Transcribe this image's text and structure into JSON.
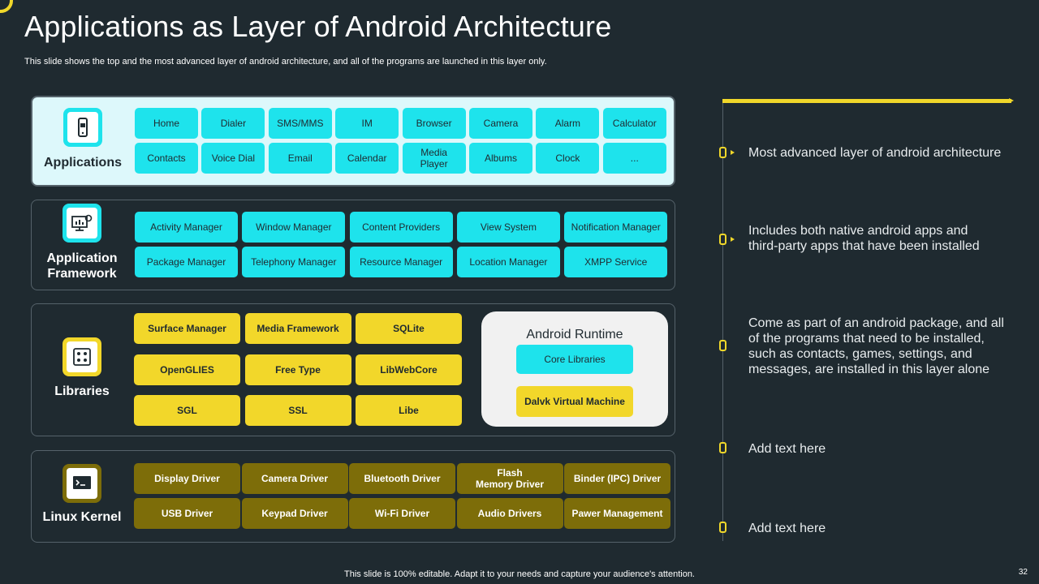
{
  "slide": {
    "title": "Applications as Layer of Android Architecture",
    "subtitle": "This slide shows the top and the most advanced layer of android architecture, and all of the programs are launched in this layer only.",
    "footer": "This slide is 100% editable. Adapt it to your needs and capture your audience's attention.",
    "page_number": "32"
  },
  "layers": {
    "applications": {
      "label": "Applications",
      "icon": "smartphone-icon",
      "items": [
        "Home",
        "Dialer",
        "SMS/MMS",
        "IM",
        "Browser",
        "Camera",
        "Alarm",
        "Calculator",
        "Contacts",
        "Voice Dial",
        "Email",
        "Calendar",
        "Media\nPlayer",
        "Albums",
        "Clock",
        "..."
      ]
    },
    "framework": {
      "label": "Application\nFramework",
      "icon": "monitor-settings-icon",
      "items": [
        "Activity  Manager",
        "Window Manager",
        "Content  Providers",
        "View System",
        "Notification  Manager",
        "Package Manager",
        "Telephony  Manager",
        "Resource Manager",
        "Location Manager",
        "XMPP Service"
      ]
    },
    "libraries": {
      "label": "Libraries",
      "icon": "library-grid-icon",
      "items": [
        "Surface Manager",
        "Media Framework",
        "SQLite",
        "OpenGLIES",
        "Free Type",
        "LibWebCore",
        "SGL",
        "SSL",
        "Libe"
      ],
      "runtime": {
        "title": "Android Runtime",
        "core": "Core Libraries",
        "vm": "Dalvk Virtual Machine"
      }
    },
    "kernel": {
      "label": "Linux Kernel",
      "icon": "terminal-icon",
      "items": [
        "Display Driver",
        "Camera Driver",
        "Bluetooth  Driver",
        "Flash\nMemory Driver",
        "Binder (IPC) Driver",
        "USB Driver",
        "Keypad  Driver",
        "Wi-Fi  Driver",
        "Audio Drivers",
        "Pawer Management"
      ]
    }
  },
  "points": [
    "Most advanced layer of android architecture",
    "Includes  both  native android apps and third-party  apps that have been installed",
    "Come as part of an android package, and all of the programs that need to be installed, such as contacts,  games, settings,  and messages, are installed in this layer alone",
    "Add text here",
    "Add text here"
  ],
  "colors": {
    "background": "#1f2a30",
    "accent_yellow": "#f0d72a",
    "accent_cyan": "#1ee3ec",
    "olive": "#7d6d09"
  }
}
